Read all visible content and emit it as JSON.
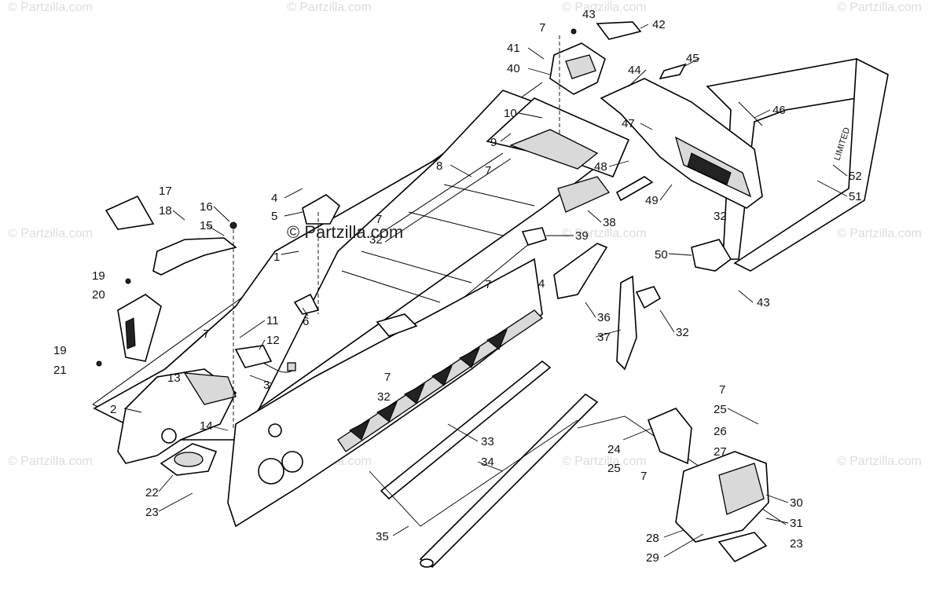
{
  "watermark": {
    "text": "© Partzilla.com",
    "center_text": "© Partzilla.com"
  },
  "callouts": [
    "1",
    "2",
    "3",
    "4",
    "5",
    "6",
    "7",
    "8",
    "9",
    "10",
    "11",
    "12",
    "13",
    "14",
    "15",
    "16",
    "17",
    "18",
    "19",
    "20",
    "21",
    "22",
    "23",
    "24",
    "25",
    "26",
    "27",
    "28",
    "29",
    "30",
    "31",
    "32",
    "33",
    "34",
    "35",
    "36",
    "37",
    "38",
    "39",
    "40",
    "41",
    "42",
    "43",
    "44",
    "45",
    "46",
    "47",
    "48",
    "49",
    "50",
    "51",
    "52"
  ],
  "rail_decal_text": "LIMITED"
}
